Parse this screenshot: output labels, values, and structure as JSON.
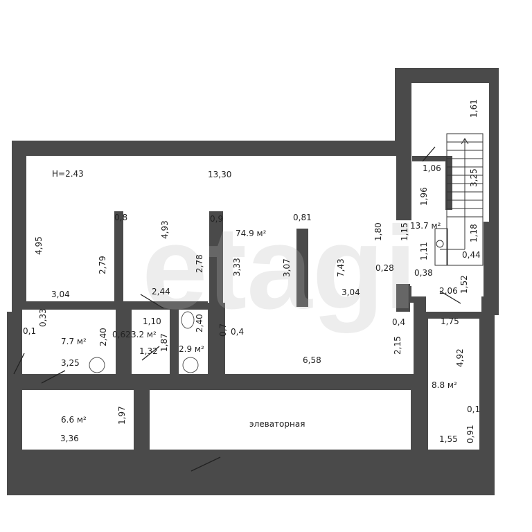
{
  "plan": {
    "ceiling_height": "H=2.43",
    "watermark": "etagi",
    "rooms": {
      "main_area": "74.9 м²",
      "stair_hall": "13.7 м²",
      "room_left": "7.7 м²",
      "bathroom_1": "3.2 м²",
      "bathroom_2": "2.9 м²",
      "room_bottom_left": "6.6 м²",
      "room_right": "8.8 м²",
      "elevator_room": "элеваторная"
    },
    "dims": [
      "13,30",
      "0,8",
      "4,93",
      "0,9",
      "0,81",
      "4,95",
      "2,79",
      "2,78",
      "3,33",
      "3,07",
      "7,43",
      "1,80",
      "1,15",
      "3,04",
      "2,44",
      "3,04",
      "0,28",
      "1,11",
      "0,38",
      "1,06",
      "1,96",
      "1,61",
      "3,25",
      "1,18",
      "0,44",
      "2,06",
      "1,52",
      "1,75",
      "0,4",
      "2,15",
      "6,58",
      "0,7",
      "0,4",
      "0,33",
      "0,1",
      "1,10",
      "0,62",
      "2,40",
      "1,87",
      "1,32",
      "2,40",
      "3,25",
      "4,92",
      "0,1",
      "0,91",
      "1,55",
      "1,97",
      "3,36"
    ]
  },
  "colors": {
    "wall": "#4a4a4a",
    "room": "#ffffff"
  }
}
